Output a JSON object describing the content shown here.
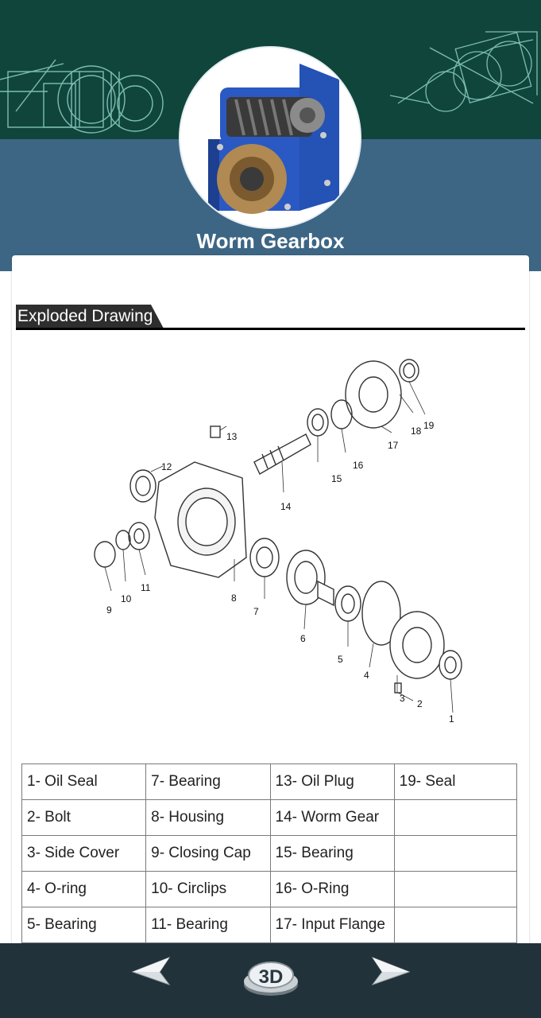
{
  "header": {
    "title": "Worm Gearbox"
  },
  "section": {
    "label": "Exploded Drawing"
  },
  "parts_table": {
    "rows": [
      [
        "1- Oil Seal",
        "7- Bearing",
        "13- Oil Plug",
        "19- Seal"
      ],
      [
        "2- Bolt",
        "8- Housing",
        "14- Worm Gear",
        ""
      ],
      [
        "3- Side Cover",
        "9- Closing Cap",
        "15- Bearing",
        ""
      ],
      [
        "4- O-ring",
        "10- Circlips",
        "16- O-Ring",
        ""
      ],
      [
        "5- Bearing",
        "11- Bearing",
        "17- Input Flange",
        ""
      ]
    ]
  },
  "callouts": {
    "c1": "1",
    "c2": "2",
    "c3": "3",
    "c4": "4",
    "c5": "5",
    "c6": "6",
    "c7": "7",
    "c8": "8",
    "c9": "9",
    "c10": "10",
    "c11": "11",
    "c12": "12",
    "c13": "13",
    "c14": "14",
    "c15": "15",
    "c16": "16",
    "c17": "17",
    "c18": "18",
    "c19": "19"
  },
  "bottom_nav": {
    "prev_icon": "arrow-left-icon",
    "threed_icon": "3d-icon",
    "next_icon": "arrow-right-icon",
    "threed_text": "3D"
  },
  "colors": {
    "header_top": "#10453c",
    "header_bottom": "#3d6685",
    "bottom_bar": "#21323b",
    "gearbox_blue": "#2b59c3"
  }
}
